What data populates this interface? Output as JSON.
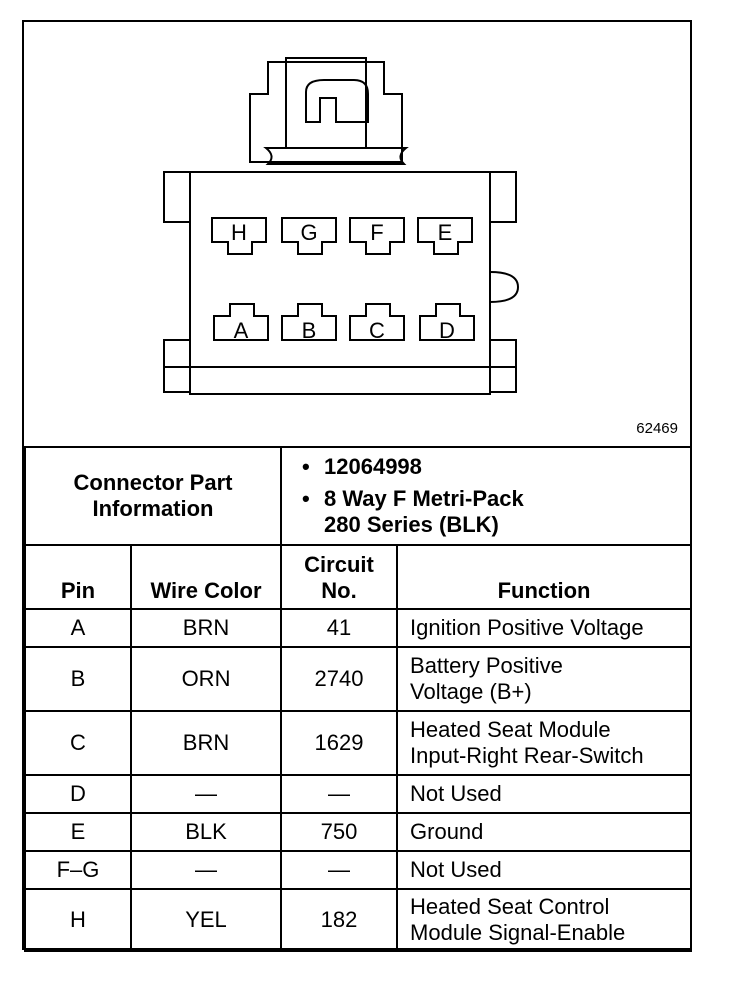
{
  "figure_id": "62469",
  "connector": {
    "pins_top": [
      "H",
      "G",
      "F",
      "E"
    ],
    "pins_bottom": [
      "A",
      "B",
      "C",
      "D"
    ]
  },
  "connector_part_info": {
    "label_line1": "Connector Part",
    "label_line2": "Information",
    "part_number": "12064998",
    "description_line1": "8 Way F Metri-Pack",
    "description_line2": "280 Series (BLK)"
  },
  "table": {
    "headers": {
      "pin": "Pin",
      "wire_color": "Wire Color",
      "circuit_line1": "Circuit",
      "circuit_line2": "No.",
      "function": "Function"
    },
    "rows": [
      {
        "pin": "A",
        "wire": "BRN",
        "circuit": "41",
        "function": [
          "Ignition Positive Voltage"
        ]
      },
      {
        "pin": "B",
        "wire": "ORN",
        "circuit": "2740",
        "function": [
          "Battery Positive",
          "Voltage (B+)"
        ]
      },
      {
        "pin": "C",
        "wire": "BRN",
        "circuit": "1629",
        "function": [
          "Heated Seat Module",
          "Input-Right Rear-Switch"
        ]
      },
      {
        "pin": "D",
        "wire": "—",
        "circuit": "—",
        "function": [
          "Not Used"
        ]
      },
      {
        "pin": "E",
        "wire": "BLK",
        "circuit": "750",
        "function": [
          "Ground"
        ]
      },
      {
        "pin": "F–G",
        "wire": "—",
        "circuit": "—",
        "function": [
          "Not Used"
        ]
      },
      {
        "pin": "H",
        "wire": "YEL",
        "circuit": "182",
        "function": [
          "Heated Seat Control",
          "Module Signal-Enable"
        ]
      }
    ]
  }
}
